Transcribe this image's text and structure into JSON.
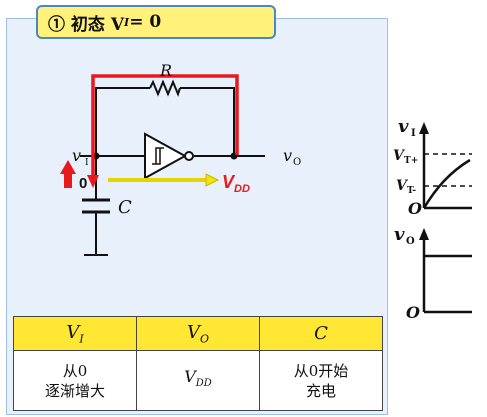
{
  "title": "① 初态 V",
  "title_sub": "I",
  "title_tail": " = 0",
  "circuit": {
    "r_label": "R",
    "c_label": "C",
    "vi_label": "v",
    "vi_sub": "I",
    "vo_label": "v",
    "vo_sub": "O",
    "zero_label": "0",
    "vdd_label": "V",
    "vdd_sub": "DD"
  },
  "waveform": {
    "vi_axis": "v",
    "vi_axis_sub": "I",
    "vt_plus": "V",
    "vt_plus_sub": "T+",
    "vt_minus": "V",
    "vt_minus_sub": "T-",
    "origin_top": "O",
    "vo_axis": "v",
    "vo_axis_sub": "O",
    "origin_bottom": "O"
  },
  "table": {
    "headers": [
      {
        "main": "V",
        "sub": "I"
      },
      {
        "main": "V",
        "sub": "O"
      },
      {
        "main": "C",
        "sub": ""
      }
    ],
    "row": [
      "从0\n逐渐增大",
      {
        "main": "V",
        "sub": "DD"
      },
      "从0开始\n充电"
    ]
  },
  "colors": {
    "highlight_path": "#e8191c",
    "charge_arrow": "#f2e600",
    "title_bg": "#fff17a",
    "header_bg": "#ffe733",
    "panel_bg": "#e8f1fb"
  }
}
